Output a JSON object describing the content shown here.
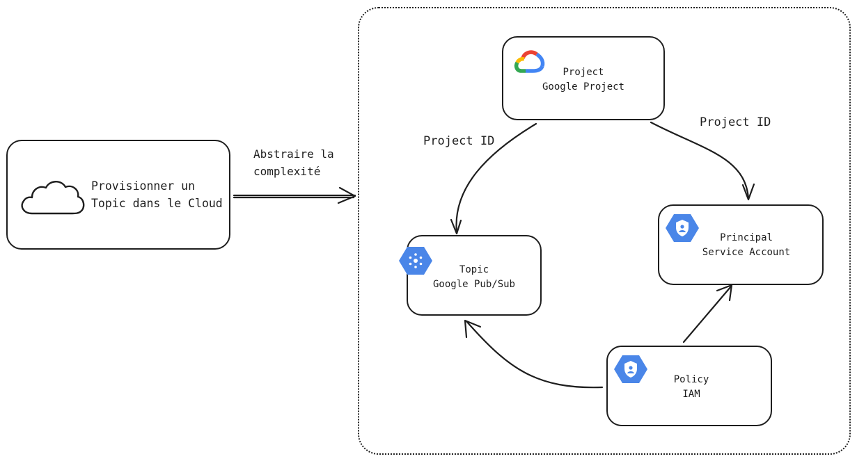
{
  "nodes": {
    "cloud": {
      "line1": "Provisionner un",
      "line2": "Topic dans le Cloud"
    },
    "project": {
      "line1": "Project",
      "line2": "Google Project"
    },
    "topic": {
      "line1": "Topic",
      "line2": "Google Pub/Sub"
    },
    "principal": {
      "line1": "Principal",
      "line2": "Service Account"
    },
    "policy": {
      "line1": "Policy",
      "line2": "IAM"
    }
  },
  "edges": {
    "abstract": {
      "line1": "Abstraire la",
      "line2": "complexité"
    },
    "project_to_topic": "Project ID",
    "project_to_principal": "Project ID"
  },
  "icons": {
    "cloud": "cloud-outline-icon",
    "google_cloud": "google-cloud-logo-icon",
    "pubsub": "pubsub-icon",
    "service_account": "service-account-icon",
    "iam": "iam-icon"
  },
  "colors": {
    "stroke": "#1e1e1e",
    "gcp_blue": "#4a86e8",
    "google_red": "#ea4335",
    "google_yellow": "#fbbc05",
    "google_green": "#34a853",
    "google_blue": "#4285f4"
  }
}
